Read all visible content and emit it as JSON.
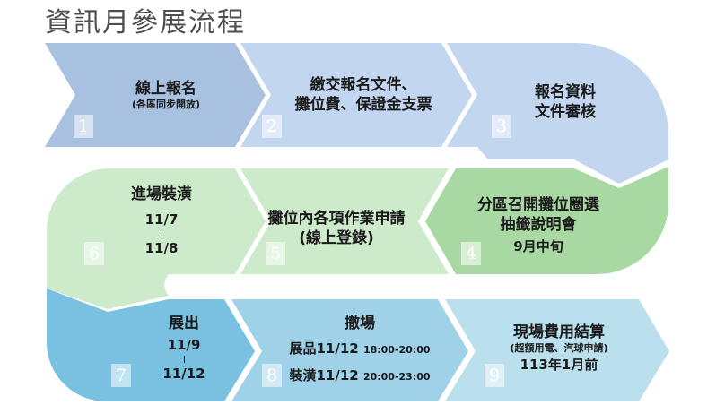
{
  "title": "資訊月參展流程",
  "colors": {
    "row1_a": "#a8c1e1",
    "row1_b": "#c2d6ef",
    "row2_a": "#a9d9a3",
    "row2_b": "#cdebcb",
    "row3_a": "#79c0e1",
    "row3_b": "#9fd1e8",
    "row3_c": "#b9e0ec"
  },
  "steps": [
    {
      "num": "1",
      "title": "線上報名",
      "sub": "(各區同步開放)"
    },
    {
      "num": "2",
      "line1": "繳交報名文件、",
      "line2": "攤位費、保證金支票"
    },
    {
      "num": "3",
      "line1": "報名資料",
      "line2": "文件審核"
    },
    {
      "num": "4",
      "line1": "分區召開攤位圈選",
      "line2": "抽籤說明會",
      "date": "9月中旬"
    },
    {
      "num": "5",
      "line1": "攤位內各項作業申請",
      "line2": "(線上登錄)"
    },
    {
      "num": "6",
      "title": "進場裝潢",
      "date1": "11/7",
      "date2": "11/8"
    },
    {
      "num": "7",
      "title": "展出",
      "date1": "11/9",
      "date2": "11/12"
    },
    {
      "num": "8",
      "title": "撤場",
      "row1_label": "展品",
      "row1_date": "11/12",
      "row1_time": "18:00-20:00",
      "row2_label": "裝潢",
      "row2_date": "11/12",
      "row2_time": "20:00-23:00"
    },
    {
      "num": "9",
      "title": "現場費用結算",
      "sub": "(超額用電、汽球申請)",
      "date": "113年1月前"
    }
  ]
}
